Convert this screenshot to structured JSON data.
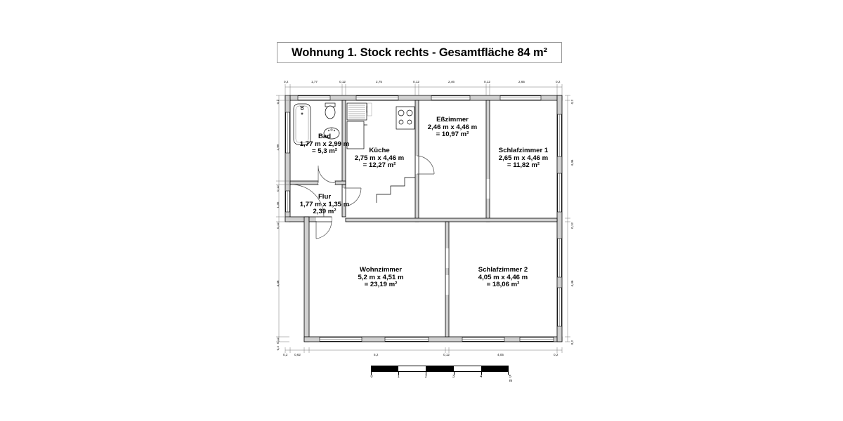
{
  "title": {
    "text": "Wohnung 1. Stock rechts - Gesamtfläche 84 m²",
    "label": "Wohnung 1. Stock rechts",
    "total_area": "84 m²"
  },
  "rooms": [
    {
      "id": "bad",
      "name": "Bad",
      "dimensions": "1,77 m x 2,99 m",
      "area": "= 5,3 m²",
      "width_m": 1.77,
      "height_m": 2.99,
      "area_m2": 5.3
    },
    {
      "id": "kueche",
      "name": "Küche",
      "dimensions": "2,75 m x 4,46 m",
      "area": "= 12,27 m²",
      "width_m": 2.75,
      "height_m": 4.46,
      "area_m2": 12.27
    },
    {
      "id": "esszimmer",
      "name": "Eßzimmer",
      "dimensions": "2,46 m x 4,46 m",
      "area": "= 10,97 m²",
      "width_m": 2.46,
      "height_m": 4.46,
      "area_m2": 10.97
    },
    {
      "id": "schlafzimmer1",
      "name": "Schlafzimmer 1",
      "dimensions": "2,65 m x 4,46 m",
      "area": "= 11,82 m²",
      "width_m": 2.65,
      "height_m": 4.46,
      "area_m2": 11.82
    },
    {
      "id": "flur",
      "name": "Flur",
      "dimensions": "1,77 m x 1,35 m",
      "area": "2,39 m²",
      "width_m": 1.77,
      "height_m": 1.35,
      "area_m2": 2.39
    },
    {
      "id": "wohnzimmer",
      "name": "Wohnzimmer",
      "dimensions": "5,2 m x 4,51 m",
      "area": "= 23,19 m²",
      "width_m": 5.2,
      "height_m": 4.51,
      "area_m2": 23.19
    },
    {
      "id": "schlafzimmer2",
      "name": "Schlafzimmer 2",
      "dimensions": "4,05 m x 4,46 m",
      "area": "= 18,06 m²",
      "width_m": 4.05,
      "height_m": 4.46,
      "area_m2": 18.06
    }
  ],
  "dimensions": {
    "top": [
      "0,2",
      "1,77",
      "0,12",
      "2,75",
      "0,12",
      "2,46",
      "0,12",
      "2,65",
      "0,2"
    ],
    "bottom": [
      "0,2",
      "0,62",
      "5,2",
      "0,12",
      "4,05",
      "0,2"
    ],
    "left": [
      "0,2",
      "2,99",
      "0,12",
      "1,35",
      "0,12",
      "4,46",
      "0,12",
      "0,2"
    ],
    "right": [
      "0,2",
      "4,46",
      "0,12",
      "4,46",
      "0,2"
    ]
  },
  "scale_bar": {
    "ticks": [
      "0",
      "1",
      "2",
      "3",
      "4",
      "5 m"
    ],
    "unit": "m",
    "max": 5
  },
  "colors": {
    "wall_fill": "#d0d0d0",
    "wall_stroke": "#000000",
    "text": "#000000",
    "background": "#ffffff",
    "dimension_line": "#555555"
  },
  "fixtures": {
    "bathtub": "bathtub",
    "toilet": "toilet",
    "sink": "sink",
    "stove": "stove",
    "counter": "counter",
    "cabinet": "cabinet"
  }
}
